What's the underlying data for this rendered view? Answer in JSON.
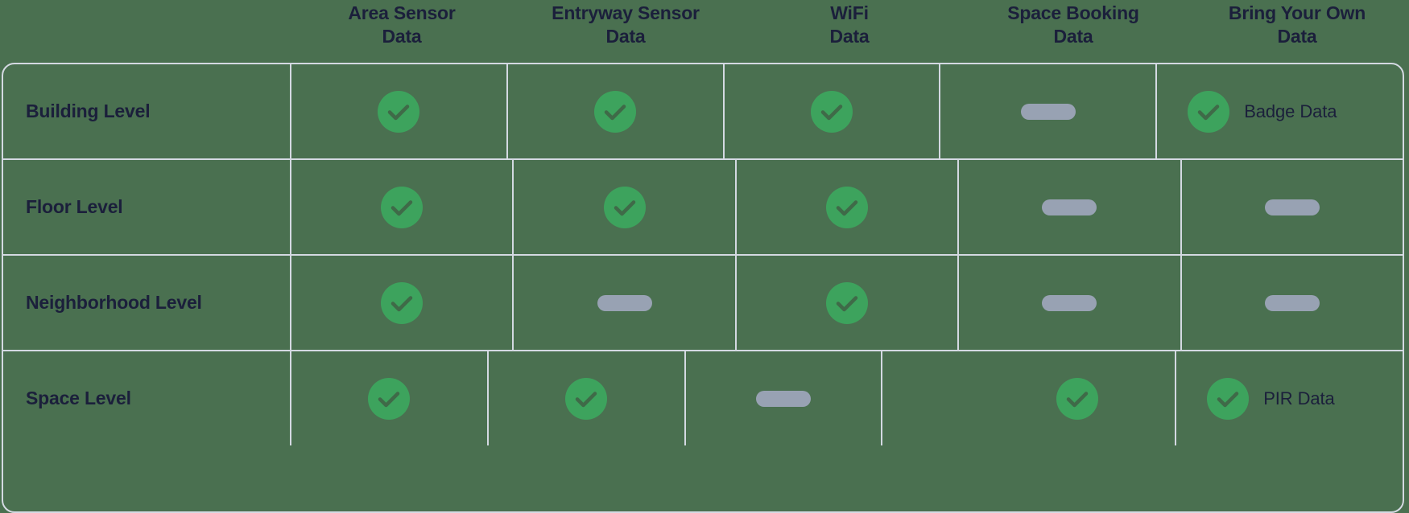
{
  "colors": {
    "background": "#4a7050",
    "border": "#d4d9e2",
    "text": "#1b1f3b",
    "check_green": "#3da35d",
    "check_glyph": "#3f6a48",
    "dash_gray": "#98a2b3"
  },
  "table": {
    "column_headers": [
      "Area Sensor Data",
      "Entryway Sensor Data",
      "WiFi Data",
      "Space Booking Data",
      "Bring Your Own Data"
    ],
    "column_headers_lines": [
      [
        "Area Sensor",
        "Data"
      ],
      [
        "Entryway Sensor",
        "Data"
      ],
      [
        "WiFi",
        "Data"
      ],
      [
        "Space Booking",
        "Data"
      ],
      [
        "Bring Your Own",
        "Data"
      ]
    ],
    "rows": [
      {
        "label": "Building Level",
        "cells": [
          {
            "icon": "check-icon",
            "text": ""
          },
          {
            "icon": "check-icon",
            "text": ""
          },
          {
            "icon": "check-icon",
            "text": ""
          },
          {
            "icon": "dash-icon",
            "text": ""
          },
          {
            "icon": "check-icon",
            "text": "Badge Data"
          }
        ]
      },
      {
        "label": "Floor Level",
        "cells": [
          {
            "icon": "check-icon",
            "text": ""
          },
          {
            "icon": "check-icon",
            "text": ""
          },
          {
            "icon": "check-icon",
            "text": ""
          },
          {
            "icon": "dash-icon",
            "text": ""
          },
          {
            "icon": "dash-icon",
            "text": ""
          }
        ]
      },
      {
        "label": "Neighborhood Level",
        "cells": [
          {
            "icon": "check-icon",
            "text": ""
          },
          {
            "icon": "dash-icon",
            "text": ""
          },
          {
            "icon": "check-icon",
            "text": ""
          },
          {
            "icon": "dash-icon",
            "text": ""
          },
          {
            "icon": "dash-icon",
            "text": ""
          }
        ]
      },
      {
        "label": "Space Level",
        "cells": [
          {
            "icon": "check-icon",
            "text": ""
          },
          {
            "icon": "check-icon",
            "text": ""
          },
          {
            "icon": "dash-icon",
            "text": ""
          },
          {
            "icon": "check-icon",
            "text": ""
          },
          {
            "icon": "check-icon",
            "text": "PIR Data"
          }
        ]
      }
    ]
  }
}
